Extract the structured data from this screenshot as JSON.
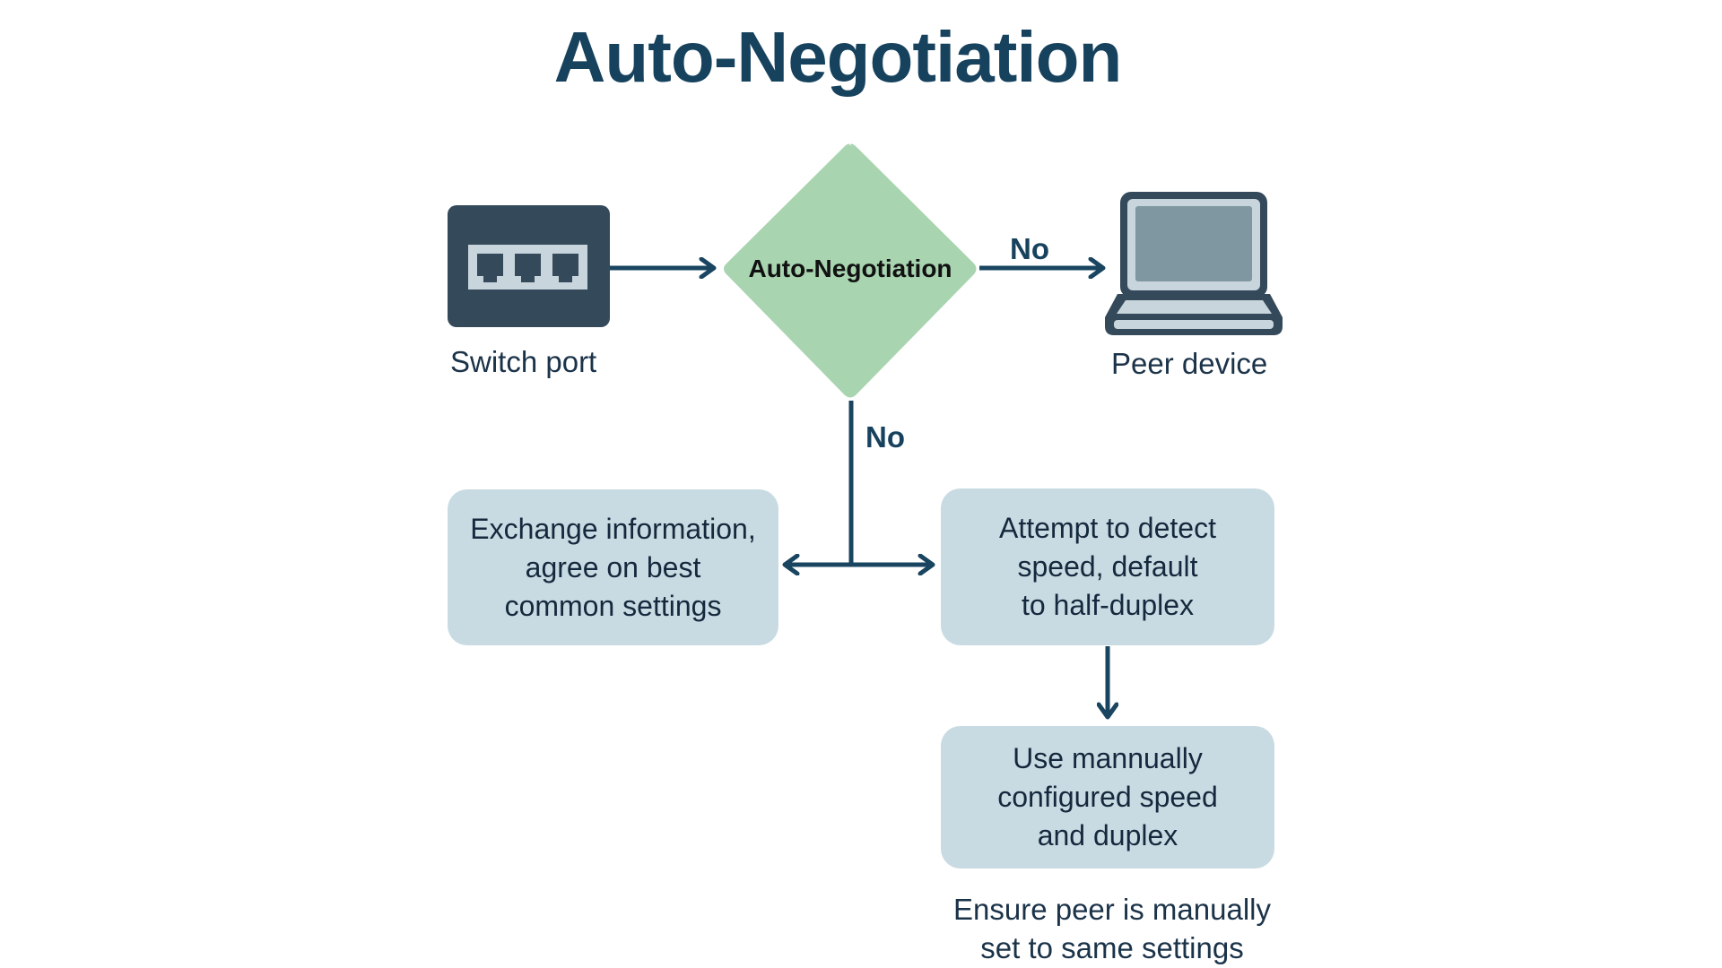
{
  "title": "Auto-Negotiation",
  "nodes": {
    "switch_port": {
      "label": "Switch port",
      "icon": "ethernet-switch-icon"
    },
    "decision": {
      "label": "Auto-Negotiation",
      "shape": "diamond"
    },
    "peer_device": {
      "label": "Peer device",
      "icon": "laptop-icon"
    },
    "exchange": {
      "label": "Exchange information,\nagree on best\ncommon settings"
    },
    "detect": {
      "label": "Attempt to detect\nspeed, default\nto half-duplex"
    },
    "manual": {
      "label": "Use mannually\nconfigured speed\nand duplex"
    }
  },
  "edges": [
    {
      "from": "switch_port",
      "to": "decision",
      "label": ""
    },
    {
      "from": "decision",
      "to": "peer_device",
      "label": "No"
    },
    {
      "from": "decision",
      "to": "exchange/detect",
      "label": "No"
    },
    {
      "from": "detect",
      "to": "manual",
      "label": ""
    }
  ],
  "edge_labels": {
    "right_no": "No",
    "down_no": "No"
  },
  "note": "Ensure peer is manually\nset to same settings",
  "colors": {
    "title": "#17425e",
    "arrow": "#1a4560",
    "diamond_fill": "#a9d4b0",
    "box_fill": "#c9dbe2",
    "device_dark": "#34495a",
    "device_light": "#c8d5dc",
    "screen": "#7f97a0"
  }
}
